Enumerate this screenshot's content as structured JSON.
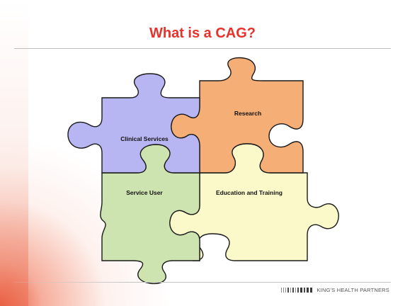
{
  "slide": {
    "title": "What is a CAG?"
  },
  "puzzle": {
    "pieces": [
      {
        "id": "clinical-services",
        "label": "Clinical Services",
        "color": "#b7b6f2"
      },
      {
        "id": "research",
        "label": "Research",
        "color": "#f6ae77"
      },
      {
        "id": "service-user",
        "label": "Service User",
        "color": "#cde3b0"
      },
      {
        "id": "education-and-training",
        "label": "Education and Training",
        "color": "#fbf9c9"
      }
    ],
    "outline_color": "#1a1a1a"
  },
  "footer": {
    "brand": "KING'S HEALTH PARTNERS",
    "logo_icon": "barcode-logo-icon"
  },
  "colors": {
    "title": "#e8312a",
    "accent_corner": "#e64628"
  }
}
